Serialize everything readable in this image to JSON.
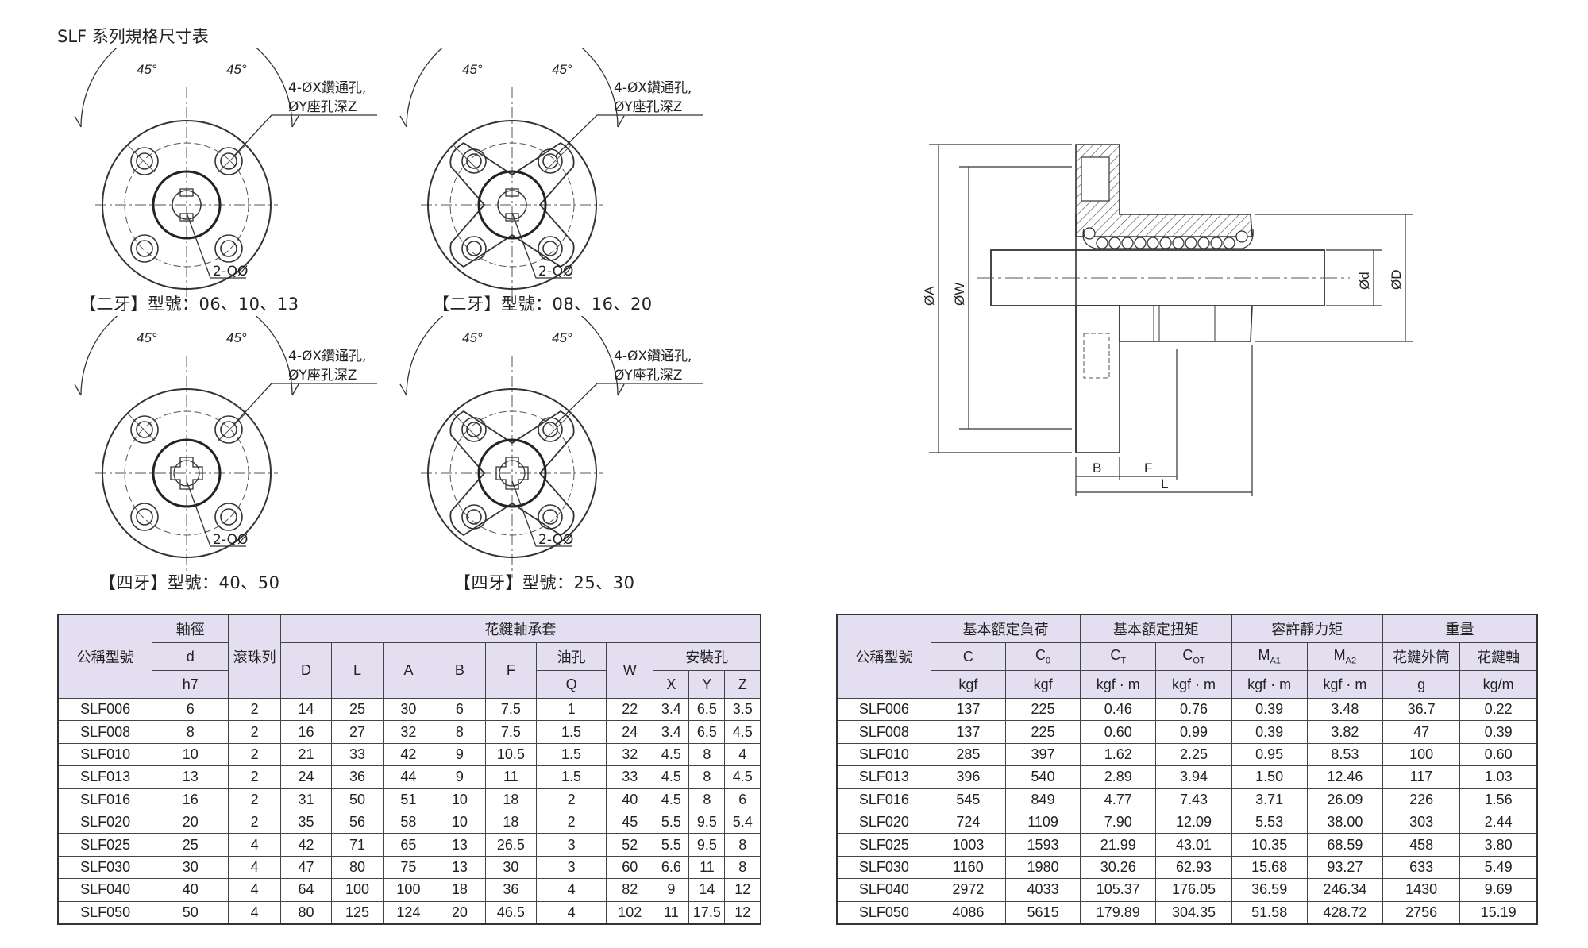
{
  "page_title": "SLF 系列規格尺寸表",
  "figures": {
    "angle_label": "45°",
    "hole_note_line1": "4-ØX鑽通孔,",
    "hole_note_line2": "ØY座孔深Z",
    "center_note": "2-QØ",
    "captions": [
      "【二牙】型號：06、10、13",
      "【二牙】型號：08、16、20",
      "【四牙】型號：40、50",
      "【四牙】型號：25、30"
    ]
  },
  "section_view": {
    "labels": {
      "A": "ØA",
      "W": "ØW",
      "d": "Ød",
      "D": "ØD",
      "B": "B",
      "F": "F",
      "L": "L"
    }
  },
  "table_left": {
    "headers": {
      "model": "公稱型號",
      "shaft": "軸徑",
      "d": "d",
      "h7": "h7",
      "balls": "滾珠列",
      "sleeve": "花鍵軸承套",
      "D": "D",
      "L": "L",
      "A": "A",
      "B": "B",
      "F": "F",
      "oil": "油孔",
      "Q": "Q",
      "W": "W",
      "mount": "安裝孔",
      "X": "X",
      "Y": "Y",
      "Z": "Z"
    },
    "rows": [
      [
        "SLF006",
        "6",
        "2",
        "14",
        "25",
        "30",
        "6",
        "7.5",
        "1",
        "22",
        "3.4",
        "6.5",
        "3.5"
      ],
      [
        "SLF008",
        "8",
        "2",
        "16",
        "27",
        "32",
        "8",
        "7.5",
        "1.5",
        "24",
        "3.4",
        "6.5",
        "4.5"
      ],
      [
        "SLF010",
        "10",
        "2",
        "21",
        "33",
        "42",
        "9",
        "10.5",
        "1.5",
        "32",
        "4.5",
        "8",
        "4"
      ],
      [
        "SLF013",
        "13",
        "2",
        "24",
        "36",
        "44",
        "9",
        "11",
        "1.5",
        "33",
        "4.5",
        "8",
        "4.5"
      ],
      [
        "SLF016",
        "16",
        "2",
        "31",
        "50",
        "51",
        "10",
        "18",
        "2",
        "40",
        "4.5",
        "8",
        "6"
      ],
      [
        "SLF020",
        "20",
        "2",
        "35",
        "56",
        "58",
        "10",
        "18",
        "2",
        "45",
        "5.5",
        "9.5",
        "5.4"
      ],
      [
        "SLF025",
        "25",
        "4",
        "42",
        "71",
        "65",
        "13",
        "26.5",
        "3",
        "52",
        "5.5",
        "9.5",
        "8"
      ],
      [
        "SLF030",
        "30",
        "4",
        "47",
        "80",
        "75",
        "13",
        "30",
        "3",
        "60",
        "6.6",
        "11",
        "8"
      ],
      [
        "SLF040",
        "40",
        "4",
        "64",
        "100",
        "100",
        "18",
        "36",
        "4",
        "82",
        "9",
        "14",
        "12"
      ],
      [
        "SLF050",
        "50",
        "4",
        "80",
        "125",
        "124",
        "20",
        "46.5",
        "4",
        "102",
        "11",
        "17.5",
        "12"
      ]
    ]
  },
  "table_right": {
    "headers": {
      "model": "公稱型號",
      "load": "基本額定負荷",
      "torque": "基本額定扭矩",
      "static": "容許靜力矩",
      "weight": "重量",
      "C": "C",
      "C0": "C",
      "C0_sub": "0",
      "CT": "C",
      "CT_sub": "T",
      "COT": "C",
      "COT_sub": "OT",
      "MA1": "M",
      "MA1_sub": "A1",
      "MA2": "M",
      "MA2_sub": "A2",
      "sleeve_w": "花鍵外筒",
      "shaft_w": "花鍵軸",
      "u_kgf1": "kgf",
      "u_kgf2": "kgf",
      "u_kgfm1": "kgf · m",
      "u_kgfm2": "kgf · m",
      "u_kgfm3": "kgf · m",
      "u_kgfm4": "kgf · m",
      "u_g": "g",
      "u_kgm": "kg/m"
    },
    "rows": [
      [
        "SLF006",
        "137",
        "225",
        "0.46",
        "0.76",
        "0.39",
        "3.48",
        "36.7",
        "0.22"
      ],
      [
        "SLF008",
        "137",
        "225",
        "0.60",
        "0.99",
        "0.39",
        "3.82",
        "47",
        "0.39"
      ],
      [
        "SLF010",
        "285",
        "397",
        "1.62",
        "2.25",
        "0.95",
        "8.53",
        "100",
        "0.60"
      ],
      [
        "SLF013",
        "396",
        "540",
        "2.89",
        "3.94",
        "1.50",
        "12.46",
        "117",
        "1.03"
      ],
      [
        "SLF016",
        "545",
        "849",
        "4.77",
        "7.43",
        "3.71",
        "26.09",
        "226",
        "1.56"
      ],
      [
        "SLF020",
        "724",
        "1109",
        "7.90",
        "12.09",
        "5.53",
        "38.00",
        "303",
        "2.44"
      ],
      [
        "SLF025",
        "1003",
        "1593",
        "21.99",
        "43.01",
        "10.35",
        "68.59",
        "458",
        "3.80"
      ],
      [
        "SLF030",
        "1160",
        "1980",
        "30.26",
        "62.93",
        "15.68",
        "93.27",
        "633",
        "5.49"
      ],
      [
        "SLF040",
        "2972",
        "4033",
        "105.37",
        "176.05",
        "36.59",
        "246.34",
        "1430",
        "9.69"
      ],
      [
        "SLF050",
        "4086",
        "5615",
        "179.89",
        "304.35",
        "51.58",
        "428.72",
        "2756",
        "15.19"
      ]
    ]
  },
  "colors": {
    "header_bg": "#e4dff0",
    "line": "#333333"
  }
}
